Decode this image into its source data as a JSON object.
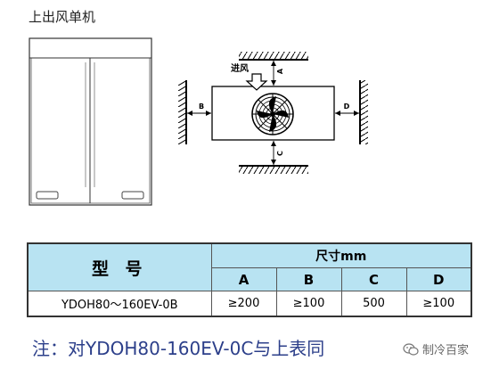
{
  "diagram": {
    "title": "上出风单机",
    "intake_label": "进风",
    "clearance_labels": [
      "A",
      "B",
      "C",
      "D"
    ]
  },
  "specs_table": {
    "model_header": "型 号",
    "dimension_header": "尺寸mm",
    "columns": [
      "A",
      "B",
      "C",
      "D"
    ],
    "rows": [
      {
        "model": "YDOH80～160EV-0B",
        "values": [
          "≥200",
          "≥100",
          "500",
          "≥100"
        ]
      }
    ]
  },
  "note": "注：对YDOH80-160EV-0C与上表同",
  "watermark": {
    "text": "制冷百家",
    "icon": "wechat-bubble-icon"
  }
}
